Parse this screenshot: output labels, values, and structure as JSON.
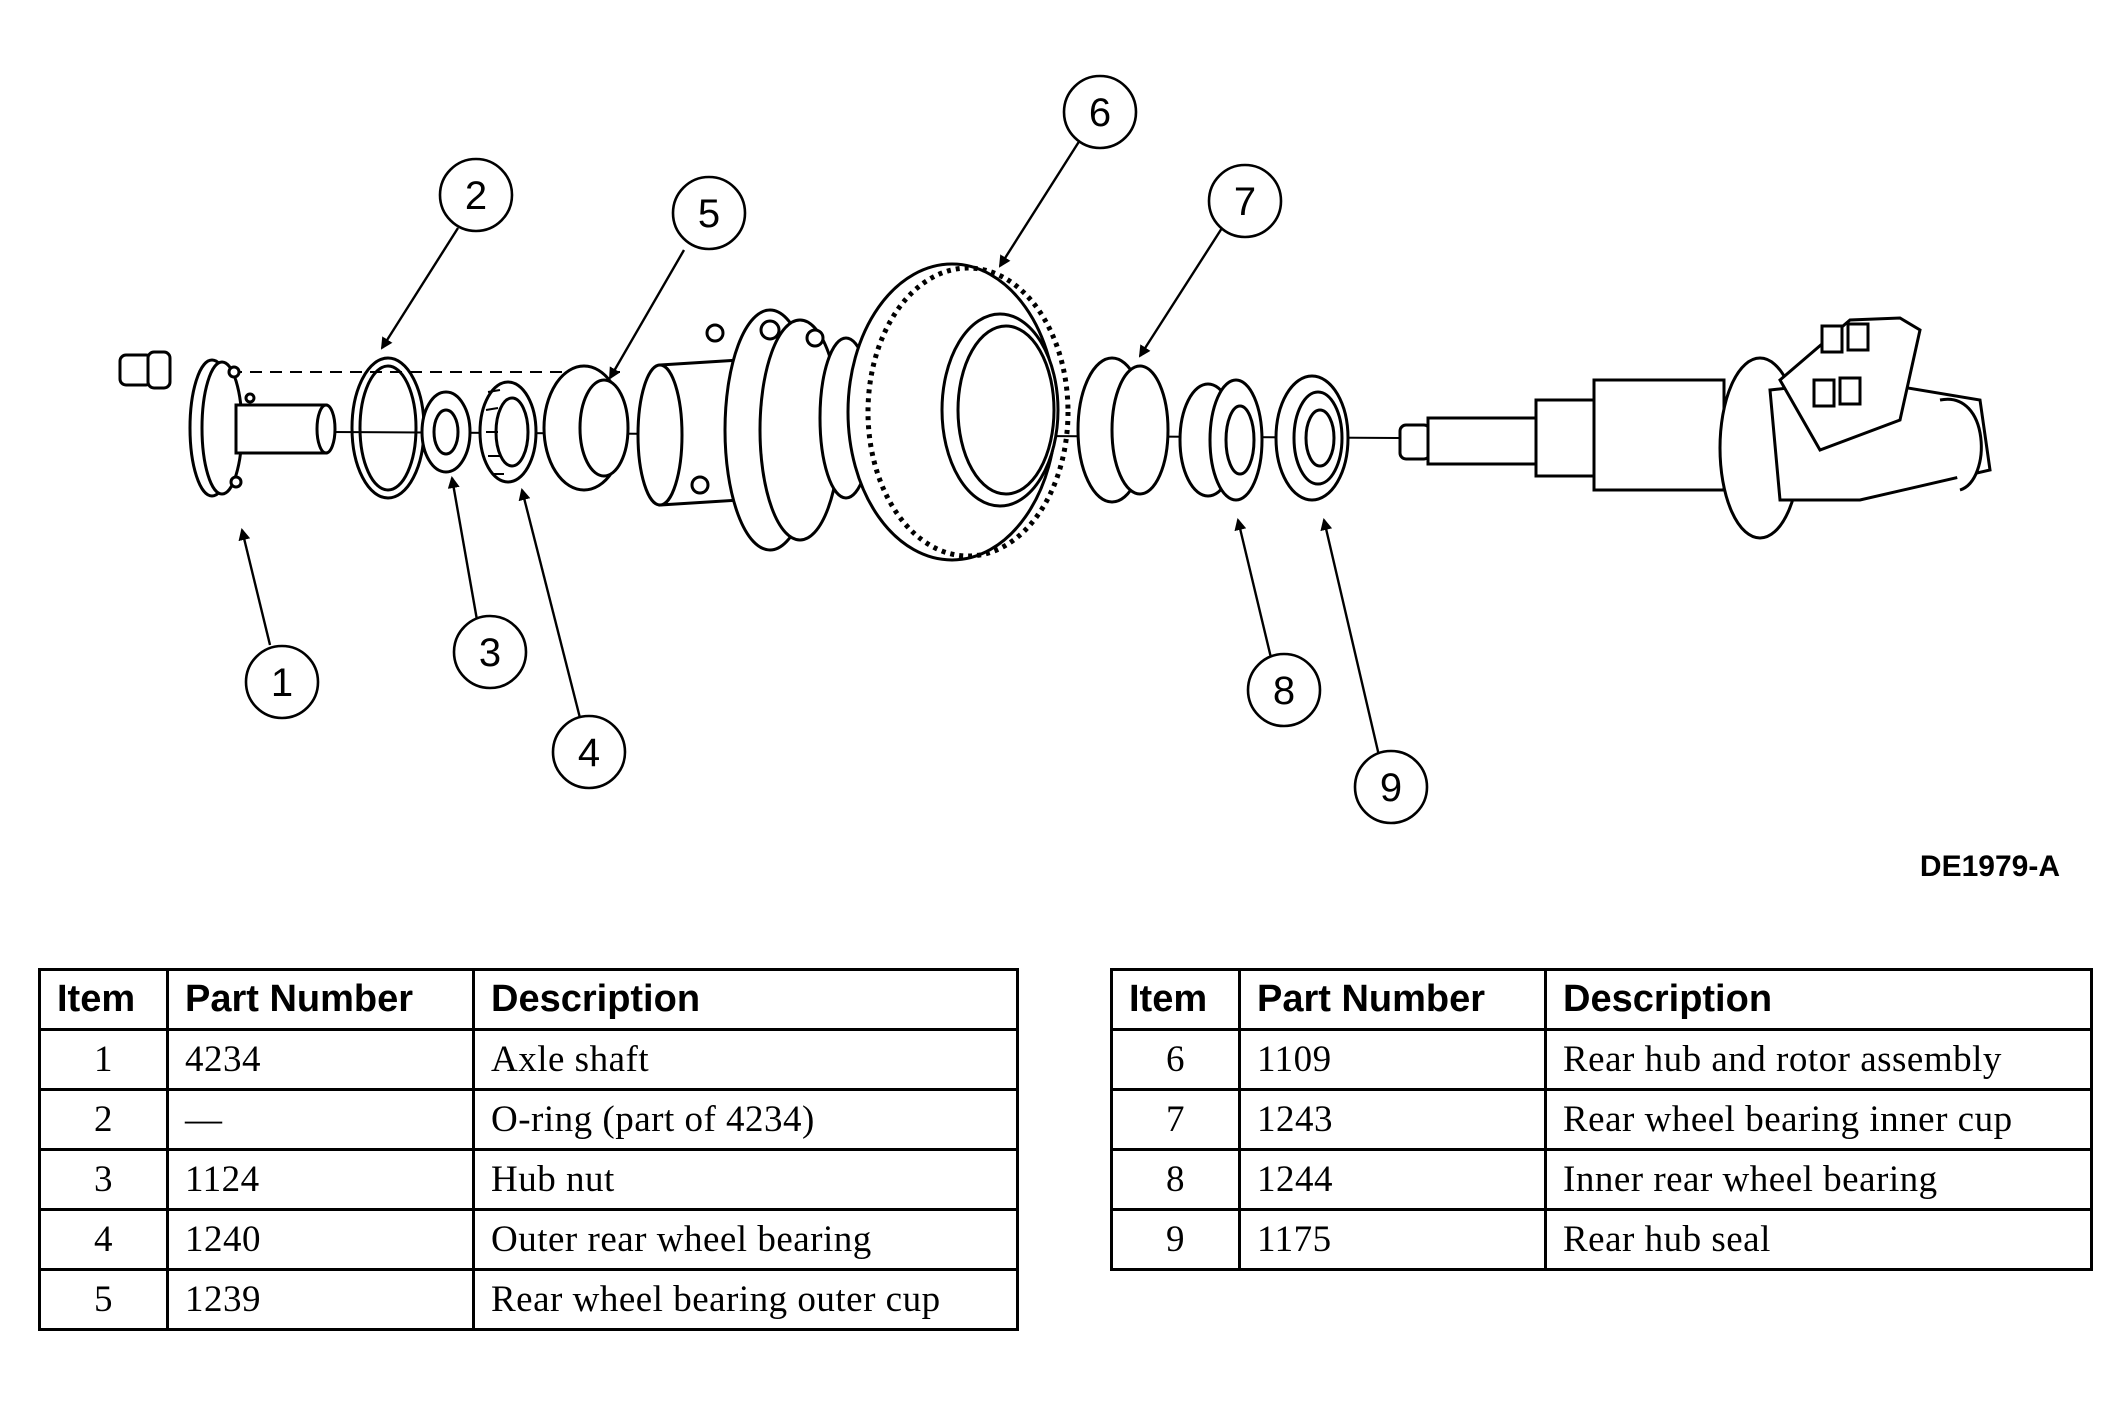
{
  "figure_id": "DE1979-A",
  "callouts": [
    "1",
    "2",
    "3",
    "4",
    "5",
    "6",
    "7",
    "8",
    "9"
  ],
  "table_headers": {
    "item": "Item",
    "part_number": "Part Number",
    "description": "Description"
  },
  "parts_left": [
    {
      "item": "1",
      "part_number": "4234",
      "description": "Axle shaft"
    },
    {
      "item": "2",
      "part_number": "—",
      "description": "O-ring (part of 4234)"
    },
    {
      "item": "3",
      "part_number": "1124",
      "description": "Hub nut"
    },
    {
      "item": "4",
      "part_number": "1240",
      "description": "Outer rear wheel bearing"
    },
    {
      "item": "5",
      "part_number": "1239",
      "description": "Rear wheel bearing outer cup"
    }
  ],
  "parts_right": [
    {
      "item": "6",
      "part_number": "1109",
      "description": "Rear hub and rotor assembly"
    },
    {
      "item": "7",
      "part_number": "1243",
      "description": "Rear wheel bearing inner cup"
    },
    {
      "item": "8",
      "part_number": "1244",
      "description": "Inner rear wheel bearing"
    },
    {
      "item": "9",
      "part_number": "1175",
      "description": "Rear hub seal"
    }
  ]
}
